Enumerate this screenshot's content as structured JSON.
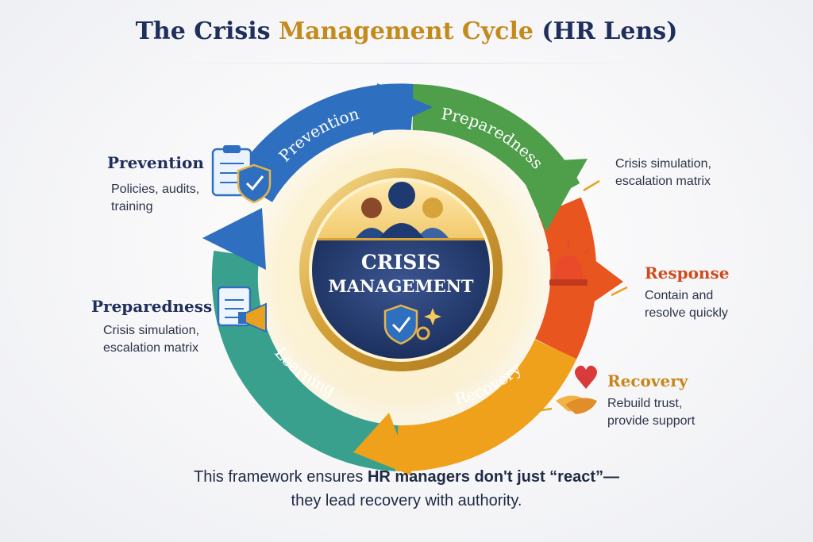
{
  "title": {
    "part1": "The Crisis",
    "part2": "Management Cycle",
    "part3": "(HR Lens)"
  },
  "center": {
    "line1": "CRISIS",
    "line2": "MANAGEMENT"
  },
  "ring_labels": {
    "prevention": "Prevention",
    "preparedness": "Preparedness",
    "learning": "Learning",
    "recovery": "Recovery"
  },
  "callouts": {
    "left_top": {
      "heading": "Prevention",
      "line1": "Policies, audits,",
      "line2": "training"
    },
    "left_bottom": {
      "heading": "Preparedness",
      "line1": "Crisis simulation,",
      "line2": "escalation matrix"
    },
    "right_top": {
      "line1": "Crisis simulation,",
      "line2": "escalation matrix"
    },
    "right_mid": {
      "heading": "Response",
      "line1": "Contain and",
      "line2": "resolve quickly"
    },
    "right_bottom": {
      "heading": "Recovery",
      "line1": "Rebuild trust,",
      "line2": "provide support"
    }
  },
  "footer": {
    "l1a": "This framework ensures ",
    "l1b": "HR managers don't just “react”—",
    "l2": "they lead recovery with authority."
  },
  "colors": {
    "title": "#1f2f5c",
    "title_accent": "#c58a1c",
    "prevention": "#2f6fbf",
    "preparedness": "#4f9e4a",
    "response": "#e8551f",
    "recovery": "#efa11b",
    "learning": "#3aa08e",
    "center_navy": "#1f3566",
    "center_gold": "#d9a433"
  },
  "icons": [
    "clipboard-icon",
    "shield-check-icon",
    "document-icon",
    "megaphone-icon",
    "alarm-light-icon",
    "handshake-heart-icon",
    "people-icon",
    "gear-shield-icon",
    "sparkle-icon"
  ]
}
